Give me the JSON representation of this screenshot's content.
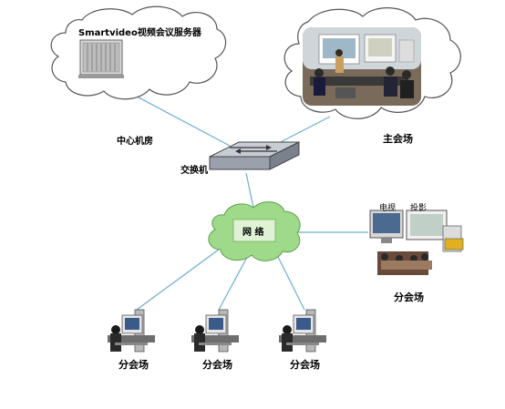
{
  "diagram": {
    "server_title": "Smartvideo视频会议服务器",
    "center_room": "中心机房",
    "main_venue": "主会场",
    "switch_label": "交换机",
    "network_label": "网 络",
    "tv_label": "电视",
    "projector_label": "投影",
    "branch_right": "分会场",
    "branches": [
      "分会场",
      "分会场",
      "分会场"
    ]
  }
}
